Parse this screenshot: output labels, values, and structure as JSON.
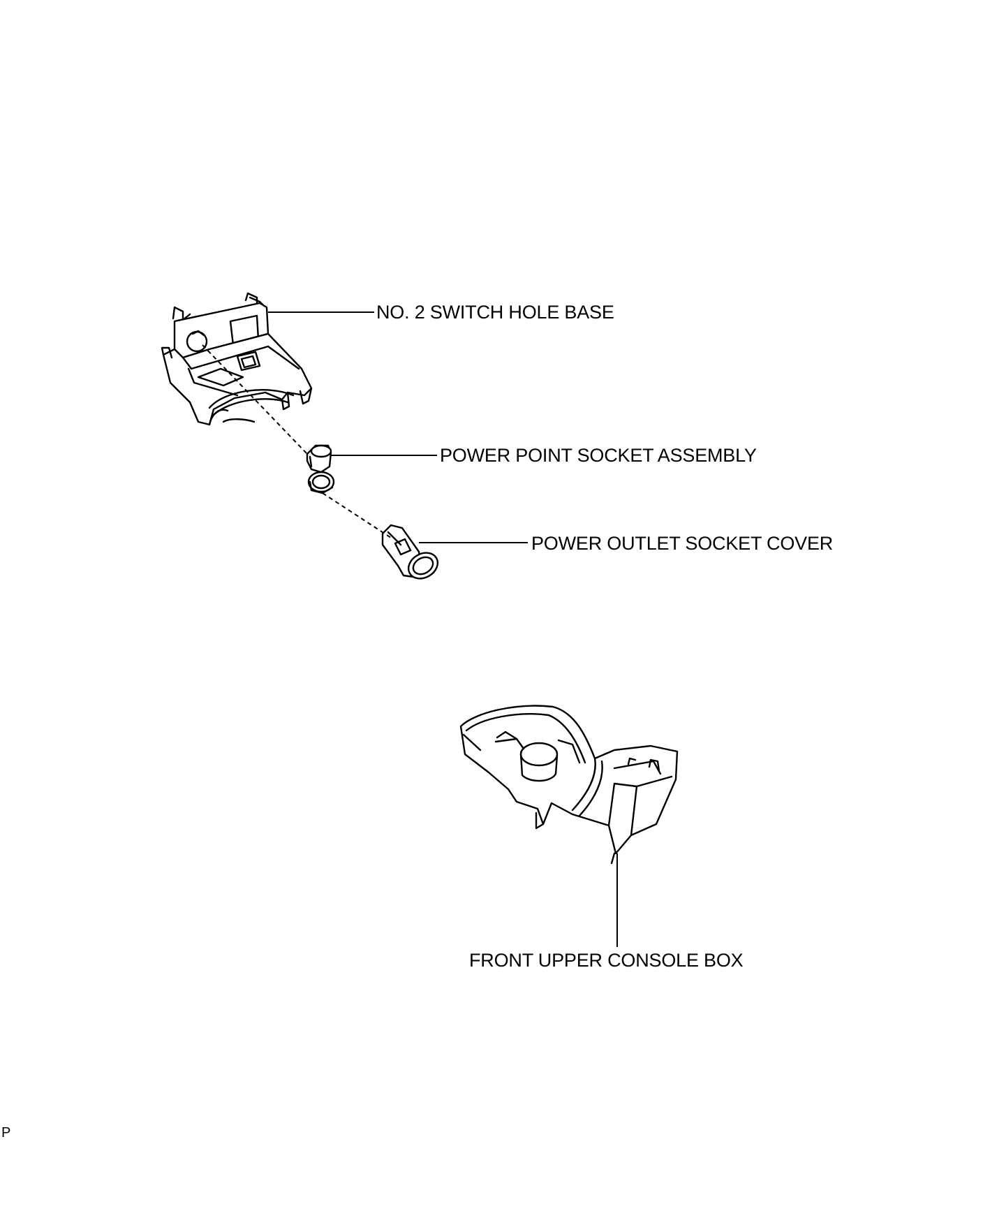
{
  "diagram": {
    "parts": [
      {
        "id": "switch-hole-base",
        "label": "NO. 2 SWITCH HOLE BASE"
      },
      {
        "id": "power-point-socket",
        "label": "POWER POINT SOCKET ASSEMBLY"
      },
      {
        "id": "power-outlet-cover",
        "label": "POWER OUTLET SOCKET COVER"
      },
      {
        "id": "front-upper-console",
        "label": "FRONT UPPER CONSOLE BOX"
      }
    ],
    "footer_code": "P"
  }
}
